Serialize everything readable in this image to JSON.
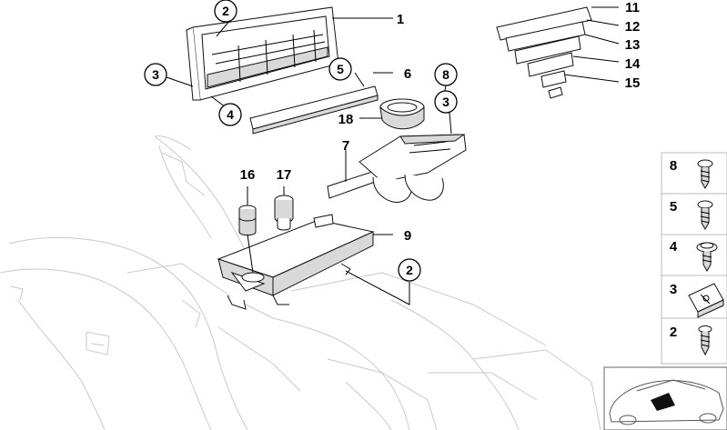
{
  "callouts": {
    "c1": "1",
    "c2_top": "2",
    "c3_left": "3",
    "c4": "4",
    "c5": "5",
    "c6": "6",
    "c7": "7",
    "c8": "8",
    "c3_right": "3",
    "c18": "18",
    "c16": "16",
    "c17": "17",
    "c9": "9",
    "c2_lower": "2",
    "c11": "11",
    "c12": "12",
    "c13": "13",
    "c14": "14",
    "c15": "15"
  },
  "fasteners": [
    {
      "label": "8",
      "icon": "screw-icon"
    },
    {
      "label": "5",
      "icon": "screw-icon"
    },
    {
      "label": "4",
      "icon": "screw-flange-icon"
    },
    {
      "label": "3",
      "icon": "clip-nut-icon"
    },
    {
      "label": "2",
      "icon": "screw-icon"
    }
  ],
  "thumbnail": {
    "icon": "car-location-icon"
  }
}
